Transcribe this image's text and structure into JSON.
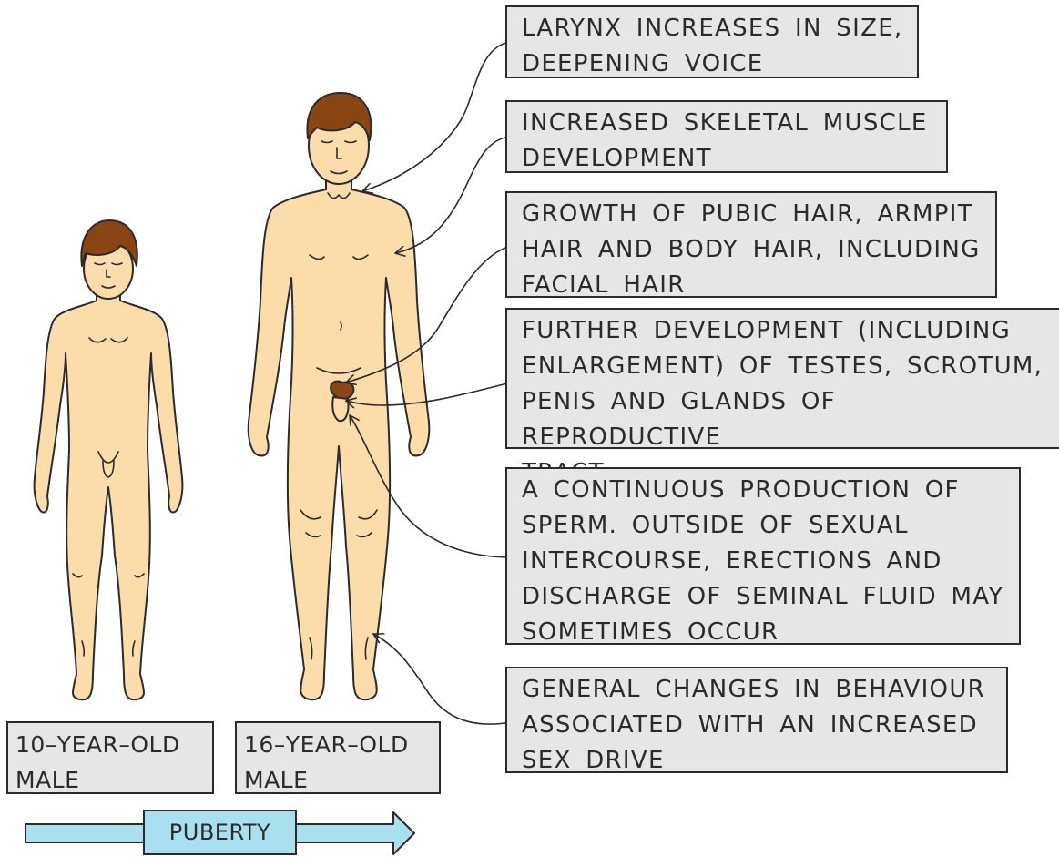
{
  "figure": {
    "callouts": [
      {
        "id": "larynx",
        "text": "LARYNX INCREASES IN SIZE,\nDEEPENING VOICE"
      },
      {
        "id": "muscle",
        "text": "INCREASED SKELETAL MUSCLE\nDEVELOPMENT"
      },
      {
        "id": "hair",
        "text": "GROWTH OF PUBIC HAIR, ARMPIT\nHAIR AND BODY HAIR, INCLUDING\nFACIAL HAIR"
      },
      {
        "id": "testes",
        "text": "FURTHER DEVELOPMENT (INCLUDING\nENLARGEMENT) OF TESTES, SCROTUM,\nPENIS AND GLANDS OF REPRODUCTIVE\nTRACT"
      },
      {
        "id": "sperm",
        "text": "A CONTINUOUS PRODUCTION OF\nSPERM. OUTSIDE OF SEXUAL\nINTERCOURSE, ERECTIONS AND\nDISCHARGE OF SEMINAL FLUID MAY\nSOMETIMES OCCUR"
      },
      {
        "id": "behaviour",
        "text": "GENERAL CHANGES IN BEHAVIOUR\nASSOCIATED WITH AN INCREASED\nSEX DRIVE"
      }
    ],
    "age_labels": {
      "young": "10–YEAR–OLD\nMALE",
      "older": "16–YEAR–OLD\nMALE"
    },
    "arrow_label": "PUBERTY",
    "colors": {
      "skin": "#fcdcaa",
      "hair": "#8b4513",
      "outline": "#2b2b2b",
      "box_fill": "#e6e6e6",
      "arrow_fill": "#a8e0f0"
    }
  }
}
